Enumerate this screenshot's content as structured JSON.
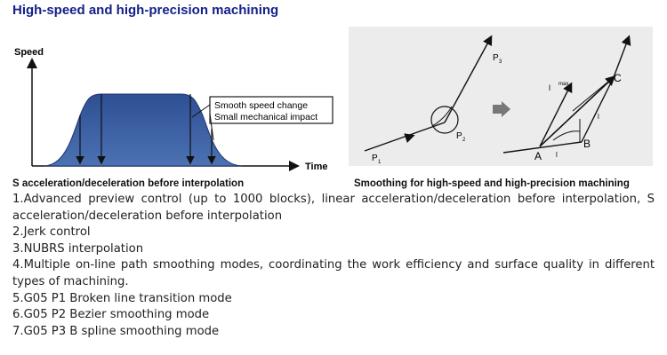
{
  "title": "High-speed and high-precision machining",
  "figure_left": {
    "y_label": "Speed",
    "x_label": "Time",
    "callout": [
      "Smooth speed change",
      "Small mechanical impact"
    ],
    "caption": "S acceleration/deceleration before interpolation",
    "colors": {
      "fill": "#3a5fa0",
      "fill_dark": "#243f7f",
      "box_border": "#1b1b1b"
    }
  },
  "figure_right": {
    "caption": "Smoothing for high-speed and high-precision machining",
    "labels": {
      "p1": "P",
      "p1_sub": "1",
      "p2": "P",
      "p2_sub": "2",
      "p3": "P",
      "p3_sub": "3",
      "a": "A",
      "b": "B",
      "c": "C",
      "l": "l",
      "lmax": "l",
      "lmax_sub": "max"
    },
    "colors": {
      "background": "#ececec",
      "arrow": "#777777"
    }
  },
  "features": [
    "1.Advanced preview control (up to 1000 blocks), linear acceleration/deceleration before interpolation, S acceleration/deceleration before interpolation",
    "2.Jerk control",
    "3.NUBRS interpolation",
    "4.Multiple on-line path smoothing modes, coordinating the work efficiency and surface quality in different types of machining.",
    "5.G05 P1  Broken line transition mode",
    "6.G05 P2  Bezier smoothing mode",
    "7.G05 P3  B spline smoothing mode"
  ]
}
